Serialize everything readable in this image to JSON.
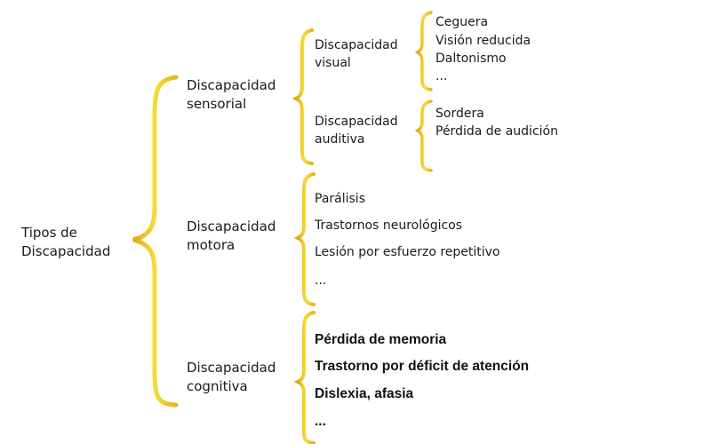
{
  "diagram": {
    "root": {
      "line1": "Tipos de",
      "line2": "Discapacidad"
    },
    "categories": {
      "sensorial": {
        "line1": "Discapacidad",
        "line2": "sensorial",
        "visual": {
          "line1": "Discapacidad",
          "line2": "visual",
          "items": [
            "Ceguera",
            "Visión reducida",
            "Daltonismo",
            "..."
          ]
        },
        "auditiva": {
          "line1": "Discapacidad",
          "line2": "auditiva",
          "items": [
            "Sordera",
            "Pérdida de audición"
          ]
        }
      },
      "motora": {
        "line1": "Discapacidad",
        "line2": "motora",
        "items": [
          "Parálisis",
          "Trastornos neurológicos",
          "Lesión por esfuerzo repetitivo",
          "..."
        ]
      },
      "cognitiva": {
        "line1": "Discapacidad",
        "line2": "cognitiva",
        "items": [
          "Pérdida de memoria",
          "Trastorno por déficit de atención",
          "Dislexia, afasia",
          "..."
        ]
      }
    },
    "colors": {
      "brace_fill": "#f2d024",
      "brace_edge": "#cf9b0a",
      "text": "#1a1a1a"
    }
  }
}
